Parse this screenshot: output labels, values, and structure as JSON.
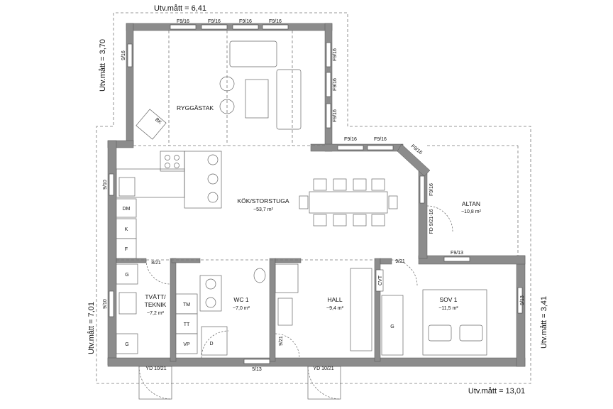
{
  "dimensions": {
    "top_width": "Utv.mått = 6,41",
    "left_upper": "Utv.mått = 3,70",
    "left_lower": "Utv.mått = 7,01",
    "right": "Utv.mått = 3,41",
    "bottom": "Utv.mått = 13,01"
  },
  "rooms": {
    "ryggastak": {
      "name": "RYGGÄSTAK"
    },
    "kok": {
      "name": "KÖK/STORSTUGA",
      "area": "~53,7 m²"
    },
    "altan": {
      "name": "ALTAN",
      "area": "~10,8 m²"
    },
    "tvatt": {
      "name_line1": "TVÄTT/",
      "name_line2": "TEKNIK",
      "area": "~7,2 m²"
    },
    "wc": {
      "name": "WC 1",
      "area": "~7,0 m²"
    },
    "hall": {
      "name": "HALL",
      "area": "~9,4 m²"
    },
    "sov": {
      "name": "SOV 1",
      "area": "~11,5 m²"
    }
  },
  "windows": {
    "top1": "F9/16",
    "top2": "F9/16",
    "top3": "F9/16",
    "top4": "F9/16",
    "ryg_left": "9/16",
    "ryg_right1": "F9/16",
    "ryg_right2": "F9/16",
    "ryg_right3": "F9/16",
    "kok_top1": "F9/16",
    "kok_top2": "F9/16",
    "diag": "F9/16",
    "kok_right": "F9/16",
    "fd": "FD 9/21-16",
    "kok_left": "9/10",
    "tvatt_left": "9/10",
    "sov_right": "9/13",
    "sov_top": "F9/13",
    "wc_bottom": "5/13"
  },
  "doors": {
    "d821": "8/21",
    "d921a": "9/21",
    "d921b": "9/21",
    "yd1": "YD 10/21",
    "yd2": "YD 10/21"
  },
  "fixtures": {
    "bk": "BK",
    "dm": "DM",
    "k": "K",
    "f": "F",
    "g1": "G",
    "g2": "G",
    "g3": "G",
    "tm": "TM",
    "tt": "TT",
    "vp": "VP",
    "d": "D",
    "cvt": "CVT"
  }
}
